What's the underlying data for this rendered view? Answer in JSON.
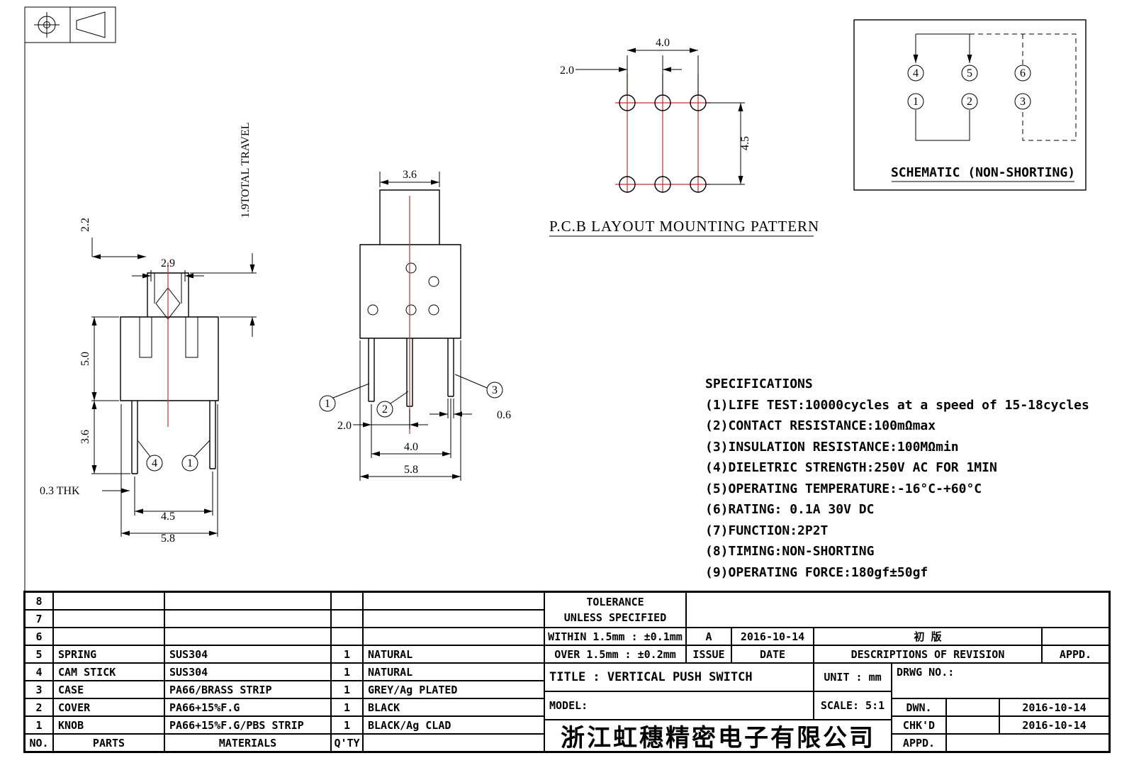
{
  "front": {
    "dims": {
      "d22": "2.2",
      "d29": "2.9",
      "travel": "1.9TOTAL TRAVEL",
      "d50": "5.0",
      "d36": "3.6",
      "thk": "0.3 THK",
      "d45": "4.5",
      "d58": "5.8"
    },
    "pin_a": "4",
    "pin_b": "1"
  },
  "side": {
    "dims": {
      "d36": "3.6",
      "d20": "2.0",
      "d06": "0.6",
      "d40": "4.0",
      "d58": "5.8"
    },
    "pins": [
      "1",
      "2",
      "3"
    ]
  },
  "pcb": {
    "title": "P.C.B LAYOUT MOUNTING PATTERN",
    "dims": {
      "d40": "4.0",
      "d20": "2.0",
      "d45": "4.5"
    }
  },
  "schematic": {
    "title": "SCHEMATIC (NON-SHORTING)",
    "top": [
      "4",
      "5",
      "6"
    ],
    "bottom": [
      "1",
      "2",
      "3"
    ]
  },
  "specs": {
    "title": "SPECIFICATIONS",
    "lines": [
      "(1)LIFE TEST:10000cycles at a speed of 15-18cycles",
      "(2)CONTACT RESISTANCE:100mΩmax",
      "(3)INSULATION RESISTANCE:100MΩmin",
      "(4)DIELETRIC STRENGTH:250V AC FOR 1MIN",
      "(5)OPERATING TEMPERATURE:-16°C-+60°C",
      "(6)RATING: 0.1A 30V DC",
      "(7)FUNCTION:2P2T",
      "(8)TIMING:NON-SHORTING",
      "(9)OPERATING FORCE:180gf±50gf"
    ]
  },
  "parts": {
    "rows": [
      {
        "no": "8",
        "part": "",
        "material": "",
        "qty": "",
        "finish": ""
      },
      {
        "no": "7",
        "part": "",
        "material": "",
        "qty": "",
        "finish": ""
      },
      {
        "no": "6",
        "part": "",
        "material": "",
        "qty": "",
        "finish": ""
      },
      {
        "no": "5",
        "part": "SPRING",
        "material": "SUS304",
        "qty": "1",
        "finish": "NATURAL"
      },
      {
        "no": "4",
        "part": "CAM STICK",
        "material": "SUS304",
        "qty": "1",
        "finish": "NATURAL"
      },
      {
        "no": "3",
        "part": "CASE",
        "material": "PA66/BRASS STRIP",
        "qty": "1",
        "finish": "GREY/Ag PLATED"
      },
      {
        "no": "2",
        "part": "COVER",
        "material": "PA66+15%F.G",
        "qty": "1",
        "finish": "BLACK"
      },
      {
        "no": "1",
        "part": "KNOB",
        "material": "PA66+15%F.G/PBS STRIP",
        "qty": "1",
        "finish": "BLACK/Ag CLAD"
      }
    ],
    "footer": {
      "no": "NO.",
      "parts": "PARTS",
      "materials": "MATERIALS",
      "qty": "Q'TY"
    }
  },
  "titleblock": {
    "tolerance1": "TOLERANCE",
    "tolerance2": "UNLESS  SPECIFIED",
    "within": "WITHIN 1.5mm : ±0.1mm",
    "over": "OVER 1.5mm : ±0.2mm",
    "issue_value": "A",
    "issue_date": "2016-10-14",
    "revision": "初  版",
    "issue_label": "ISSUE",
    "date_label": "DATE",
    "desc_label": "DESCRIPTIONS OF REVISION",
    "appd_label": "APPD.",
    "title": "TITLE :  VERTICAL PUSH SWITCH",
    "unit": "UNIT :  mm",
    "drwg": "DRWG NO.:",
    "model": "MODEL:",
    "scale": "SCALE:  5:1",
    "company": "浙江虹穗精密电子有限公司",
    "dwn_label": "DWN.",
    "dwn_date": "2016-10-14",
    "chkd_label": "CHK'D",
    "chkd_date": "2016-10-14",
    "appd_row": "APPD."
  }
}
